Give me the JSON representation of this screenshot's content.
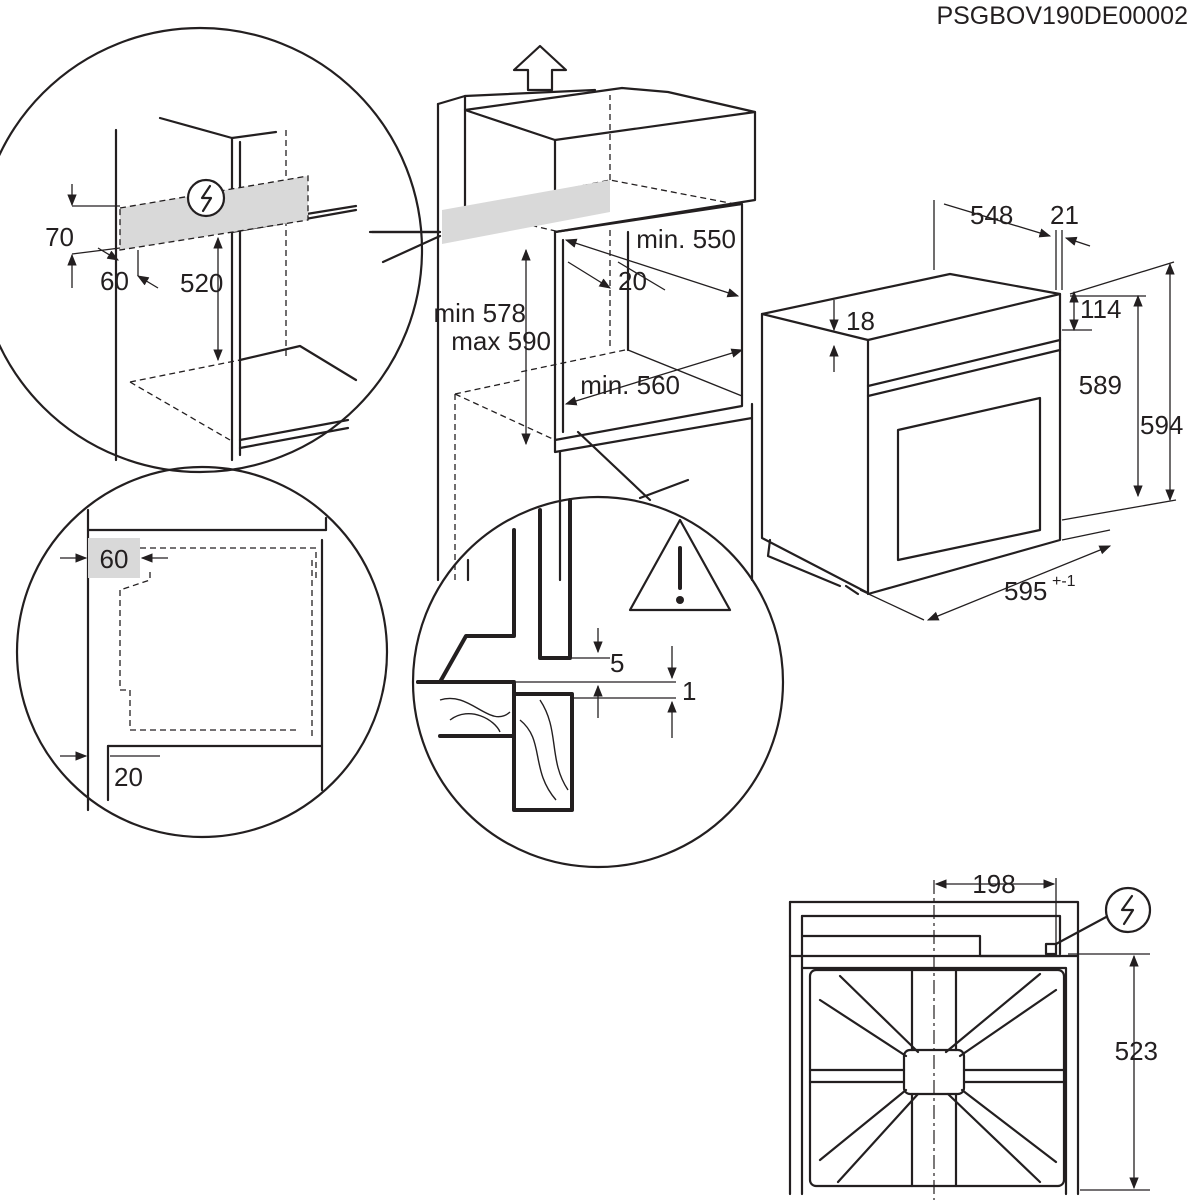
{
  "reference_code": "PSGBOV190DE00002",
  "icons": {
    "up_arrow": "up-arrow-icon",
    "electric": "electric-connection-icon",
    "warning": "warning-triangle-icon"
  },
  "cabinet": {
    "min_height_line1": "min 578",
    "min_height_line2": "max 590",
    "min_width_top": "min. 550",
    "min_width_bottom": "min. 560",
    "back_gap": "20"
  },
  "top_detail": {
    "offset_70": "70",
    "offset_60": "60",
    "height_520": "520"
  },
  "side_detail": {
    "shaded_60": "60",
    "bottom_20": "20"
  },
  "gap_detail": {
    "gap_5": "5",
    "gap_1": "1"
  },
  "oven": {
    "depth_548": "548",
    "front_21": "21",
    "panel_114": "114",
    "top_18": "18",
    "height_589": "589",
    "height_594": "594",
    "width_base": "595",
    "width_tol": "+-1"
  },
  "top_view": {
    "dim_198": "198",
    "dim_523": "523"
  }
}
